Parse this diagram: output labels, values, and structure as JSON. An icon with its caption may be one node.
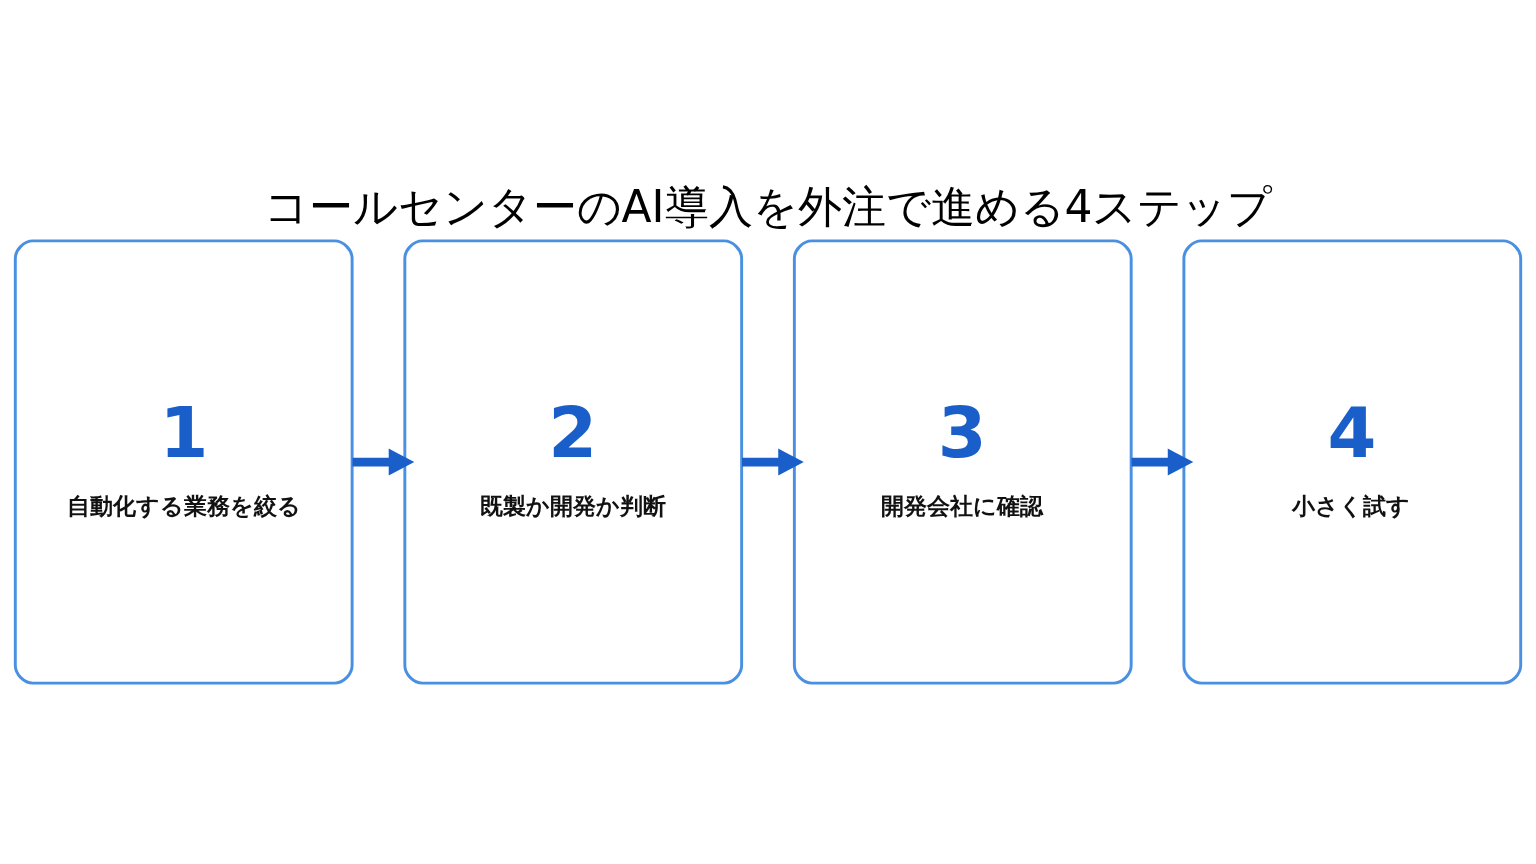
{
  "diagram": {
    "title": "コールセンターのAI導入を外注で進める4ステップ",
    "nodes": [
      {
        "text": [
          "1",
          "自動化する業務を絞る"
        ]
      },
      {
        "text": [
          "2",
          "既製か開発か判断"
        ]
      },
      {
        "text": [
          "3",
          "開発会社に確認"
        ]
      },
      {
        "text": [
          "4",
          "小さく試す"
        ]
      }
    ],
    "edges": [
      {
        "from": 0,
        "to": 1,
        "arrow": "to"
      },
      {
        "from": 1,
        "to": 2,
        "arrow": "to"
      },
      {
        "from": 2,
        "to": 3,
        "arrow": "to"
      }
    ]
  }
}
